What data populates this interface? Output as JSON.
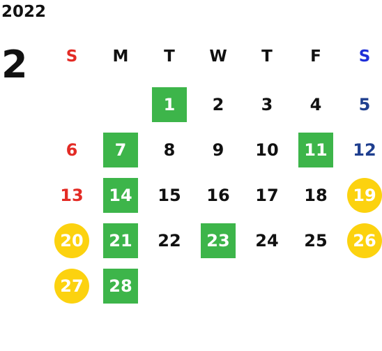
{
  "header": {
    "year": "2022",
    "month": "2"
  },
  "weekdays": [
    {
      "label": "S",
      "color": "#e32b25"
    },
    {
      "label": "M",
      "color": "#111111"
    },
    {
      "label": "T",
      "color": "#111111"
    },
    {
      "label": "W",
      "color": "#111111"
    },
    {
      "label": "T",
      "color": "#111111"
    },
    {
      "label": "F",
      "color": "#111111"
    },
    {
      "label": "S",
      "color": "#1f2fd8"
    }
  ],
  "colors": {
    "sunday": "#e32b25",
    "saturday": "#1f3f8f",
    "weekday": "#111111",
    "green_badge": "#3db54a",
    "yellow_badge": "#fcd20f",
    "badge_text": "#ffffff"
  },
  "days": [
    {
      "label": "1",
      "row": 0,
      "col": 2,
      "badge": "green"
    },
    {
      "label": "2",
      "row": 0,
      "col": 3,
      "badge": "none"
    },
    {
      "label": "3",
      "row": 0,
      "col": 4,
      "badge": "none"
    },
    {
      "label": "4",
      "row": 0,
      "col": 5,
      "badge": "none"
    },
    {
      "label": "5",
      "row": 0,
      "col": 6,
      "badge": "none"
    },
    {
      "label": "6",
      "row": 1,
      "col": 0,
      "badge": "none"
    },
    {
      "label": "7",
      "row": 1,
      "col": 1,
      "badge": "green"
    },
    {
      "label": "8",
      "row": 1,
      "col": 2,
      "badge": "none"
    },
    {
      "label": "9",
      "row": 1,
      "col": 3,
      "badge": "none"
    },
    {
      "label": "10",
      "row": 1,
      "col": 4,
      "badge": "none"
    },
    {
      "label": "11",
      "row": 1,
      "col": 5,
      "badge": "green"
    },
    {
      "label": "12",
      "row": 1,
      "col": 6,
      "badge": "none"
    },
    {
      "label": "13",
      "row": 2,
      "col": 0,
      "badge": "none"
    },
    {
      "label": "14",
      "row": 2,
      "col": 1,
      "badge": "green"
    },
    {
      "label": "15",
      "row": 2,
      "col": 2,
      "badge": "none"
    },
    {
      "label": "16",
      "row": 2,
      "col": 3,
      "badge": "none"
    },
    {
      "label": "17",
      "row": 2,
      "col": 4,
      "badge": "none"
    },
    {
      "label": "18",
      "row": 2,
      "col": 5,
      "badge": "none"
    },
    {
      "label": "19",
      "row": 2,
      "col": 6,
      "badge": "yellow"
    },
    {
      "label": "20",
      "row": 3,
      "col": 0,
      "badge": "yellow"
    },
    {
      "label": "21",
      "row": 3,
      "col": 1,
      "badge": "green"
    },
    {
      "label": "22",
      "row": 3,
      "col": 2,
      "badge": "none"
    },
    {
      "label": "23",
      "row": 3,
      "col": 3,
      "badge": "green"
    },
    {
      "label": "24",
      "row": 3,
      "col": 4,
      "badge": "none"
    },
    {
      "label": "25",
      "row": 3,
      "col": 5,
      "badge": "none"
    },
    {
      "label": "26",
      "row": 3,
      "col": 6,
      "badge": "yellow"
    },
    {
      "label": "27",
      "row": 4,
      "col": 0,
      "badge": "yellow"
    },
    {
      "label": "28",
      "row": 4,
      "col": 1,
      "badge": "green"
    }
  ]
}
